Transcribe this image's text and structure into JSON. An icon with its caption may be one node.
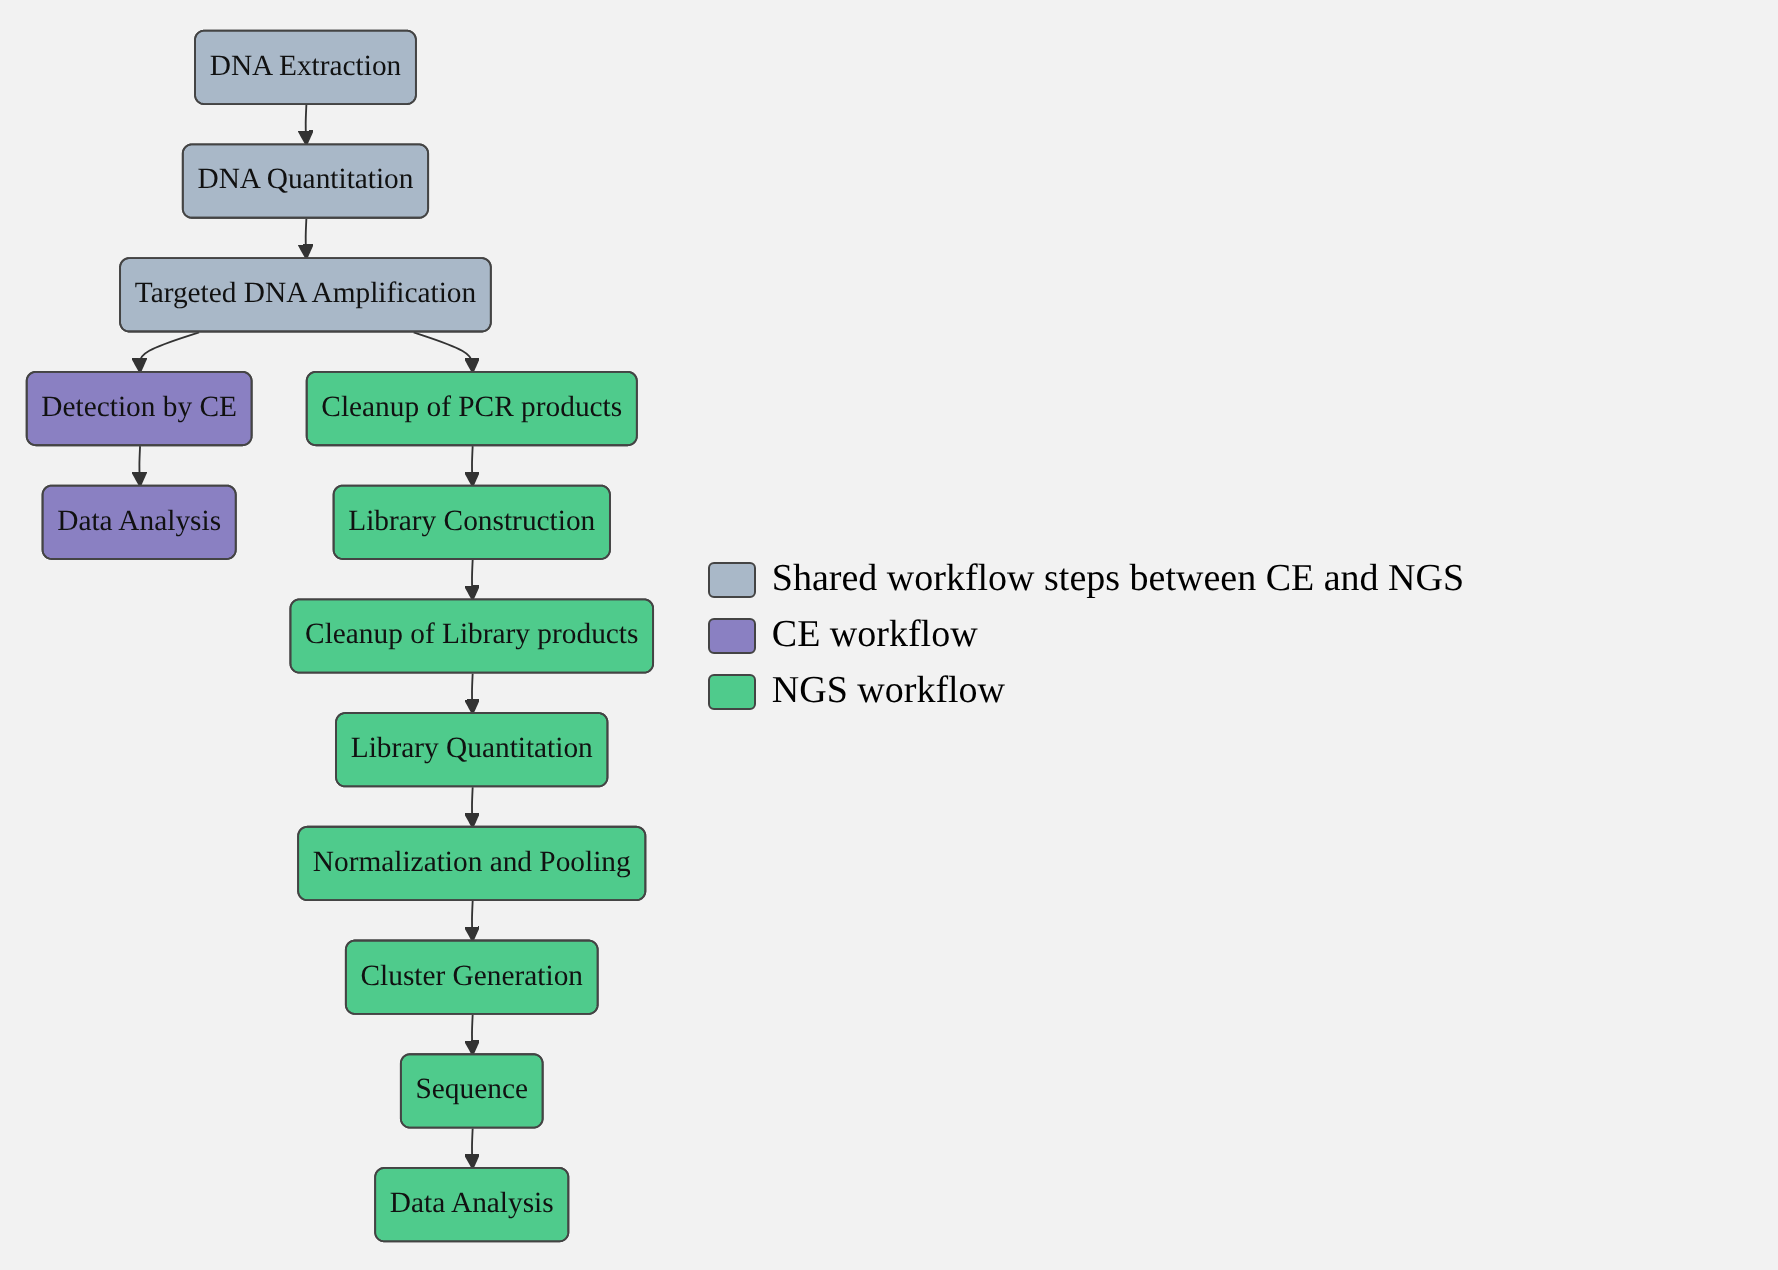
{
  "diagram": {
    "nodes": [
      {
        "text": [
          "DNA Extraction"
        ]
      },
      {
        "text": [
          "DNA Quantitation"
        ]
      },
      {
        "text": [
          "Targeted DNA Amplification"
        ]
      },
      {
        "text": [
          "Detection by CE"
        ]
      },
      {
        "text": [
          "Data Analysis"
        ]
      },
      {
        "text": [
          "Cleanup of PCR products"
        ]
      },
      {
        "text": [
          "Library Construction"
        ]
      },
      {
        "text": [
          "Cleanup of Library products"
        ]
      },
      {
        "text": [
          "Library Quantitation"
        ]
      },
      {
        "text": [
          "Normalization and Pooling"
        ]
      },
      {
        "text": [
          "Cluster Generation"
        ]
      },
      {
        "text": [
          "Sequence"
        ]
      },
      {
        "text": [
          "Data Analysis"
        ]
      }
    ],
    "edges": [
      {
        "from": 0,
        "to": 1,
        "arrow": "to"
      },
      {
        "from": 1,
        "to": 2,
        "arrow": "to"
      },
      {
        "from": 2,
        "to": 3,
        "arrow": "to"
      },
      {
        "from": 3,
        "to": 4,
        "arrow": "to"
      },
      {
        "from": 2,
        "to": 5,
        "arrow": "to"
      },
      {
        "from": 5,
        "to": 6,
        "arrow": "to"
      },
      {
        "from": 6,
        "to": 7,
        "arrow": "to"
      },
      {
        "from": 7,
        "to": 8,
        "arrow": "to"
      },
      {
        "from": 8,
        "to": 9,
        "arrow": "to"
      },
      {
        "from": 9,
        "to": 10,
        "arrow": "to"
      },
      {
        "from": 10,
        "to": 11,
        "arrow": "to"
      },
      {
        "from": 11,
        "to": 12,
        "arrow": "to"
      }
    ],
    "legend": [
      {
        "text": "Shared workflow steps between CE and NGS",
        "color": "#a9b8c8"
      },
      {
        "text": "CE workflow",
        "color": "#8a80c2"
      },
      {
        "text": "NGS workflow",
        "color": "#4fcb8c"
      }
    ]
  }
}
